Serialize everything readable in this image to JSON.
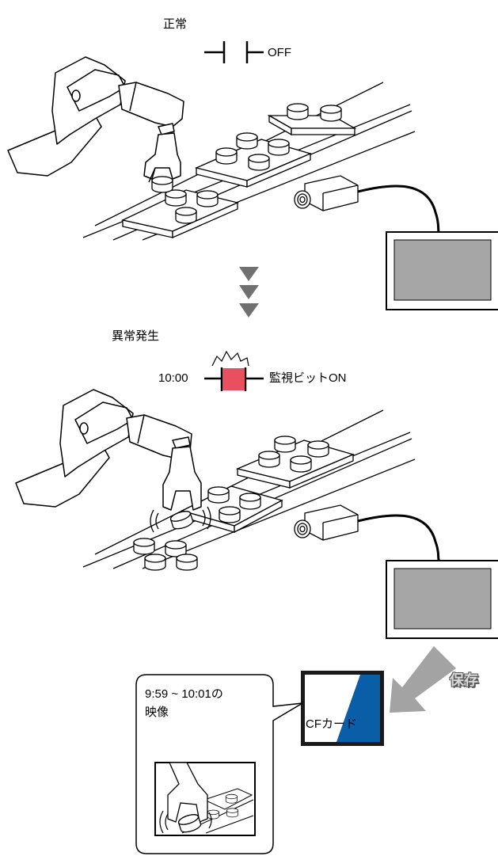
{
  "normal_state": {
    "label": "正常",
    "bit_state": "OFF"
  },
  "abnormal_state": {
    "label": "異常発生",
    "time": "10:00",
    "bit_state": "監視ビットON"
  },
  "transition_arrows": {
    "count": 3,
    "color": "#707070"
  },
  "storage": {
    "save_label": "保存",
    "card_label": "CFカード",
    "card_color": "#0a5ea8"
  },
  "callout": {
    "line1": "9:59 ~ 10:01の",
    "line2": "映像"
  },
  "colors": {
    "alarm_lamp": "#e8505f",
    "monitor_screen": "#a6a6a6",
    "arrow": "#a3a3a3"
  }
}
